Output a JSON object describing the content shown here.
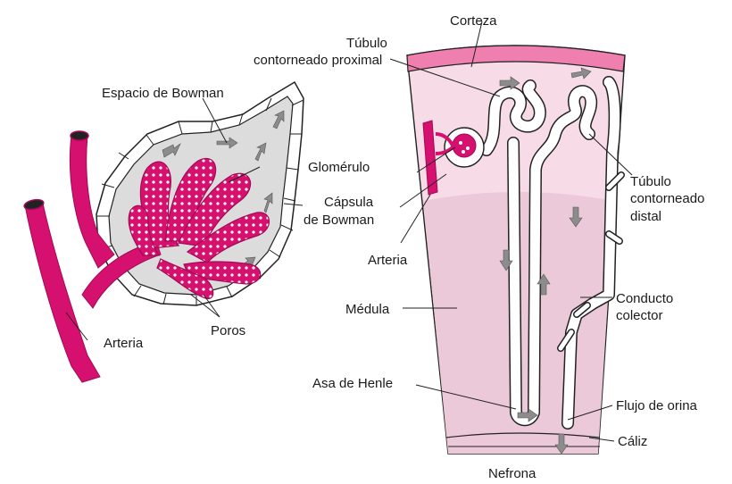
{
  "labels": {
    "espacio_bowman": "Espacio de Bowman",
    "glomerulo": "Glomérulo",
    "capsula_1": "Cápsula",
    "capsula_2": "de Bowman",
    "arteria_left": "Arteria",
    "poros": "Poros",
    "corteza": "Corteza",
    "tubulo_prox_1": "Túbulo",
    "tubulo_prox_2": "contorneado proximal",
    "arteria_right": "Arteria",
    "tubulo_dist_1": "Túbulo",
    "tubulo_dist_2": "contorneado",
    "tubulo_dist_3": "distal",
    "medula": "Médula",
    "conducto_1": "Conducto",
    "conducto_2": "colector",
    "asa_henle": "Asa de Henle",
    "flujo_orina": "Flujo de orina",
    "caliz": "Cáliz",
    "nefrona": "Nefrona"
  },
  "colors": {
    "vessel": "#d6106f",
    "vessel_dark": "#a10a55",
    "capsule_fill": "#dcdcdc",
    "cortex_band": "#ef7fae",
    "cortex_fill": "#f7dbe7",
    "medulla_fill": "#ecc9d8",
    "arrow": "#8c8c8c",
    "outline": "#222222"
  }
}
